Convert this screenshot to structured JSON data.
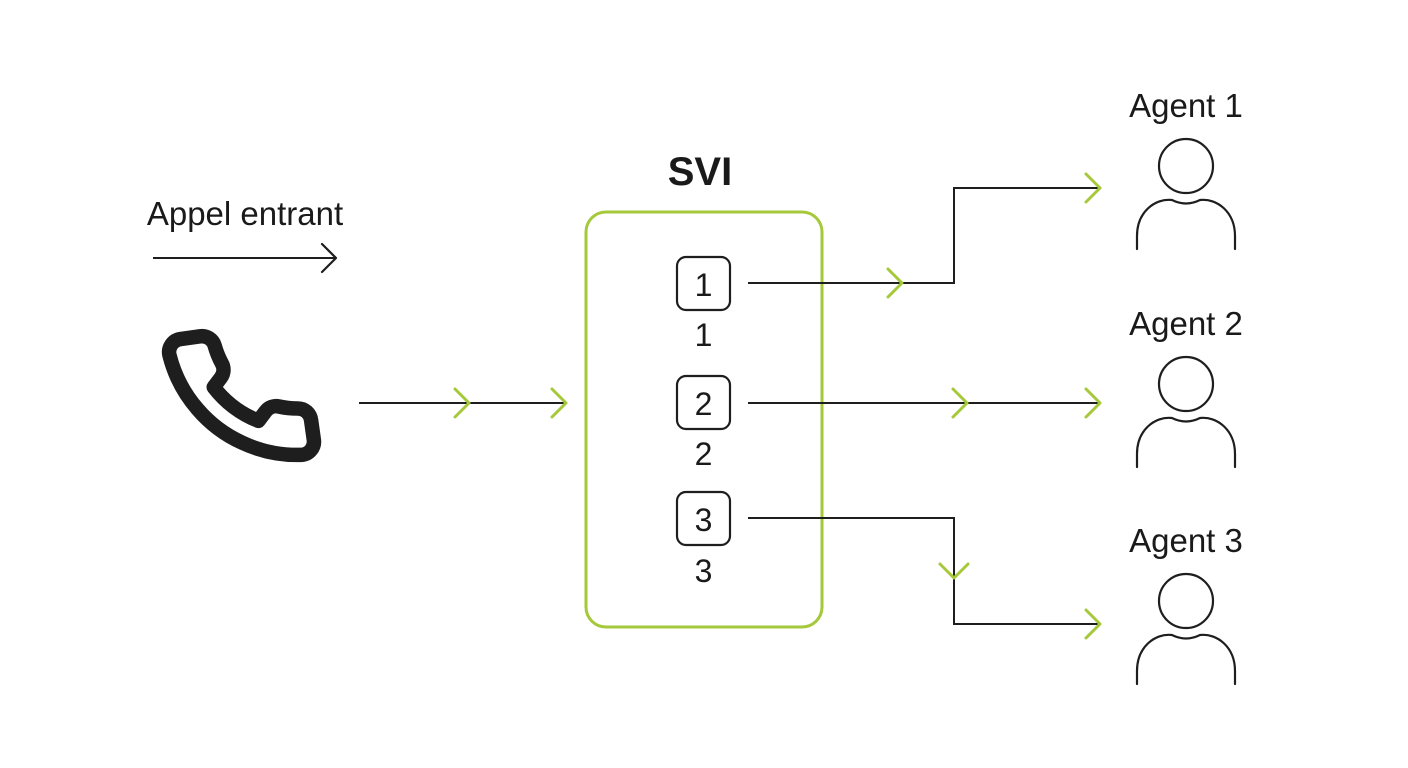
{
  "incoming": {
    "label": "Appel entrant",
    "icon": "phone-handset-icon"
  },
  "svi": {
    "title": "SVI",
    "keys": [
      {
        "key": "1",
        "caption": "1"
      },
      {
        "key": "2",
        "caption": "2"
      },
      {
        "key": "3",
        "caption": "3"
      }
    ]
  },
  "agents": [
    {
      "label": "Agent 1",
      "icon": "person-icon"
    },
    {
      "label": "Agent 2",
      "icon": "person-icon"
    },
    {
      "label": "Agent 3",
      "icon": "person-icon"
    }
  ],
  "colors": {
    "accent": "#a5c93a",
    "line": "#1e1e1e",
    "background": "#ffffff"
  }
}
